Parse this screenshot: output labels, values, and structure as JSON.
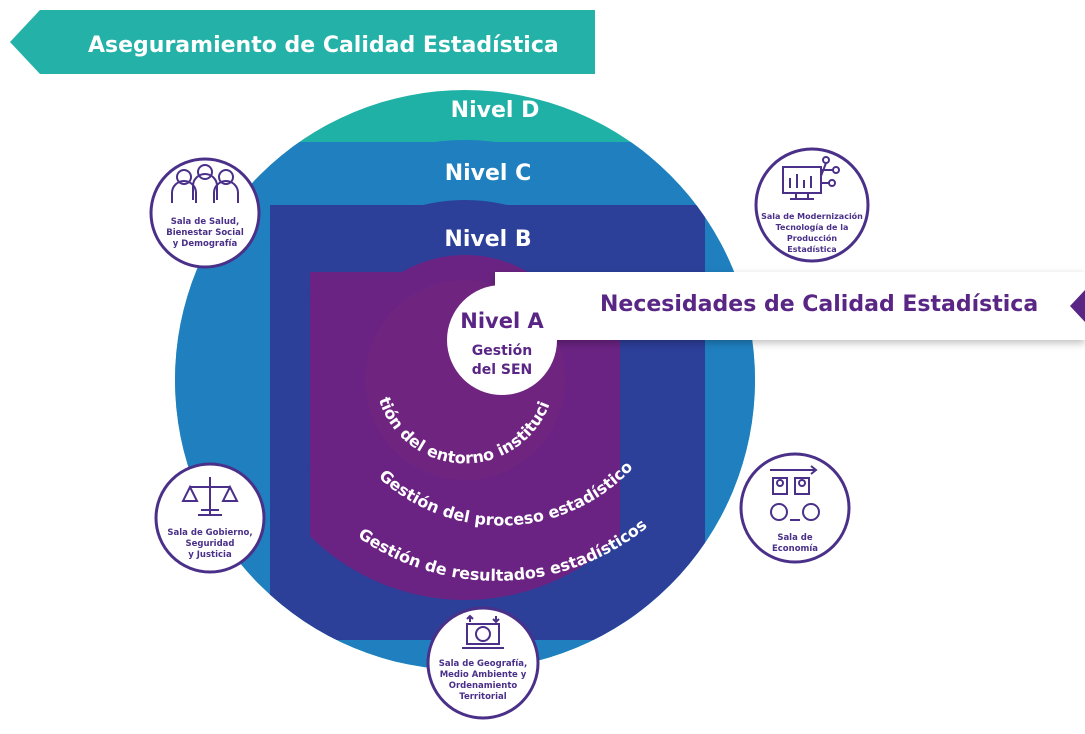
{
  "banners": {
    "top": "Aseguramiento de Calidad Estadística",
    "right": "Necesidades de Calidad Estadística"
  },
  "levels": {
    "d": "Nivel D",
    "c": "Nivel C",
    "b": "Nivel B",
    "a": "Nivel A"
  },
  "center": {
    "line1": "Gestión",
    "line2": "del SEN"
  },
  "arcs": {
    "inner": "Gestión del entorno institucional",
    "middle": "Gestión del proceso estadístico",
    "outer": "Gestión de resultados estadísticos"
  },
  "rooms": {
    "salud": [
      "Sala de Salud,",
      "Bienestar Social",
      "y Demografía"
    ],
    "modernizacion": [
      "Sala de Modernización",
      "Tecnología de la",
      "Producción",
      "Estadística"
    ],
    "gobierno": [
      "Sala de Gobierno,",
      "Seguridad",
      "y Justicia"
    ],
    "economia": [
      "Sala de",
      "Economía"
    ],
    "geografia": [
      "Sala de Geografía,",
      "Medio Ambiente y",
      "Ordenamiento",
      "Territorial"
    ]
  },
  "colors": {
    "teal": "#20b1a6",
    "ring_d": "#1f7fbf",
    "ring_c": "#2c3f99",
    "ring_b": "#6a2382",
    "banner_top": "#23b1a8",
    "banner_text": "#5a2686",
    "icon_stroke": "#4a3088"
  },
  "icons": {
    "salud": "people-group-icon",
    "modernizacion": "monitor-chart-network-icon",
    "gobierno": "scales-justice-icon",
    "economia": "conveyor-coins-icon",
    "geografia": "laptop-globe-icon"
  }
}
